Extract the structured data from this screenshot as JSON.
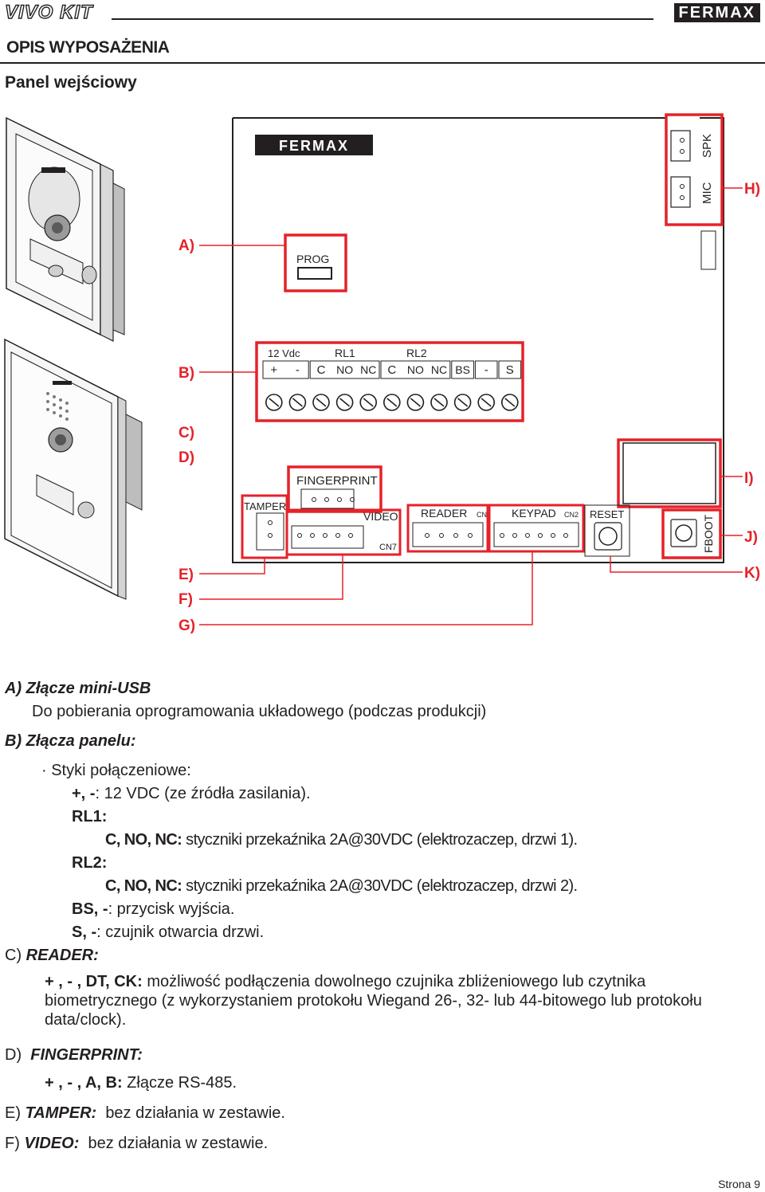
{
  "header": {
    "brand_left": "VIVO KIT",
    "brand_right": "FERMAX"
  },
  "section_title": "OPIS WYPOSAŻENIA",
  "subtitle": "Panel wejściowy",
  "diagram": {
    "labels": {
      "a": "A)",
      "b": "B)",
      "c": "C)",
      "d": "D)",
      "e": "E)",
      "f": "F)",
      "g": "G)",
      "h": "H)",
      "i": "I)",
      "j": "J)",
      "k": "K)"
    },
    "board": {
      "logo": "FERMAX",
      "prog": "PROG",
      "vdc": "12 Vdc",
      "rl1": "RL1",
      "rl2": "RL2",
      "terminals": [
        "+",
        "-",
        "C",
        "NO",
        "NC",
        "C",
        "NO",
        "NC",
        "BS",
        "-",
        "S"
      ],
      "fingerprint": "FINGERPRINT",
      "tamper": "TAMPER",
      "video": "VIDEO",
      "cn7": "CN7",
      "reader": "READER",
      "reader_cn": "CN",
      "keypad": "KEYPAD",
      "keypad_cn": "CN2",
      "reset": "RESET",
      "fboot": "FBOOT",
      "spk": "SPK",
      "mic": "MIC"
    },
    "panel_brand": "FERMAX"
  },
  "descriptions": {
    "a_title": "A) Złącze mini-USB",
    "a_text": "Do pobierania oprogramowania układowego (podczas produkcji)",
    "b_title": "B) Złącza panelu:",
    "b_bullet": "· Styki połączeniowe:",
    "b_pm_key": "+, -",
    "b_pm_text": ": 12 VDC (ze źródła zasilania).",
    "rl1": "RL1:",
    "rl1_key": "C, NO, NC:",
    "rl1_text": " styczniki przekaźnika 2A@30VDC (elektrozaczep, drzwi 1).",
    "rl2": "RL2:",
    "rl2_key": "C, NO, NC:",
    "rl2_text": " styczniki przekaźnika 2A@30VDC (elektrozaczep, drzwi 2).",
    "bs_key": "BS, -",
    "bs_text": ": przycisk wyjścia.",
    "s_key": "S, -",
    "s_text": ": czujnik otwarcia drzwi.",
    "c_prefix": "C)",
    "c_title": "READER:",
    "c_key": "+ , - , DT, CK:",
    "c_text": " możliwość podłączenia dowolnego czujnika zbliżeniowego lub czytnika biometrycznego (z wykorzystaniem protokołu Wiegand 26-, 32- lub 44-bitowego lub protokołu data/clock).",
    "d_prefix": "D)",
    "d_title": "FINGERPRINT:",
    "d_key": "+ , - , A, B:",
    "d_text": " Złącze RS-485.",
    "e_prefix": "E)",
    "e_title": "TAMPER:",
    "e_text": "bez działania w zestawie.",
    "f_prefix": "F)",
    "f_title": "VIDEO:",
    "f_text": "bez działania w zestawie."
  },
  "page_number": "Strona 9",
  "colors": {
    "accent": "#e52229",
    "ink": "#231f20"
  }
}
